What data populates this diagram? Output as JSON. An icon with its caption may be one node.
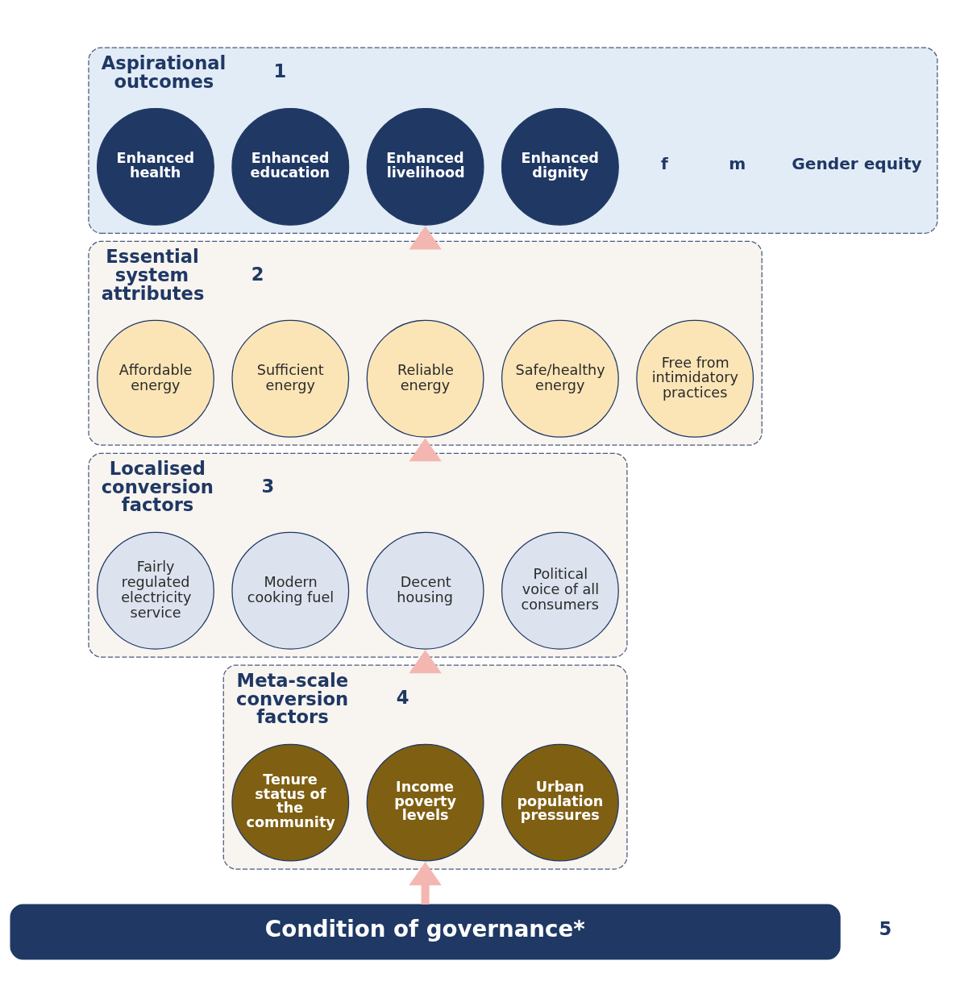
{
  "diagram": {
    "nodes": [
      {
        "text": [
          "Aspirational outcomes"
        ],
        "beside": [
          "1"
        ]
      },
      {
        "text": [
          "Enhanced health"
        ],
        "in": 0
      },
      {
        "text": [
          "Enhanced education"
        ],
        "in": 0
      },
      {
        "text": [
          "Enhanced livelihood"
        ],
        "in": 0
      },
      {
        "text": [
          "Enhanced dignity"
        ],
        "in": 0
      },
      {
        "text": [
          "Essential system attributes"
        ],
        "beside": [
          "2"
        ]
      },
      {
        "text": [
          "Affordable energy"
        ],
        "in": 5
      },
      {
        "text": [
          "Sufficient energy"
        ],
        "in": 5
      },
      {
        "text": [
          "Reliable energy"
        ],
        "in": 5
      },
      {
        "text": [
          "Safe/healthy energy"
        ],
        "in": 5
      },
      {
        "text": [
          "Free from intimidatory practices"
        ],
        "in": 5
      },
      {
        "text": [
          "Localised conversion factors"
        ],
        "beside": [
          "3"
        ]
      },
      {
        "text": [
          "Fairly regulated electricity service"
        ],
        "in": 11
      },
      {
        "text": [
          "Modern cooking fuel"
        ],
        "in": 11
      },
      {
        "text": [
          "Decent housing"
        ],
        "in": 11
      },
      {
        "text": [
          "Political voice of all consumers"
        ],
        "in": 11
      },
      {
        "text": [
          "Meta-scale conversion factors"
        ],
        "beside": [
          "4"
        ]
      },
      {
        "text": [
          "Tenure status of the community"
        ],
        "in": 16
      },
      {
        "text": [
          "Income poverty levels"
        ],
        "in": 16
      },
      {
        "text": [
          "Urban population pressures"
        ],
        "in": 16
      },
      {
        "text": [
          "Condition of governance*"
        ],
        "beside": [
          "5"
        ]
      }
    ],
    "edges": [
      {
        "from": 20,
        "to": 16,
        "arrow": "to"
      },
      {
        "from": 16,
        "to": 11,
        "arrow": "to"
      },
      {
        "from": 11,
        "to": 5,
        "arrow": "to"
      },
      {
        "from": 5,
        "to": 0,
        "arrow": "to"
      }
    ],
    "labels": [
      "f",
      "m",
      "Gender equity"
    ]
  }
}
